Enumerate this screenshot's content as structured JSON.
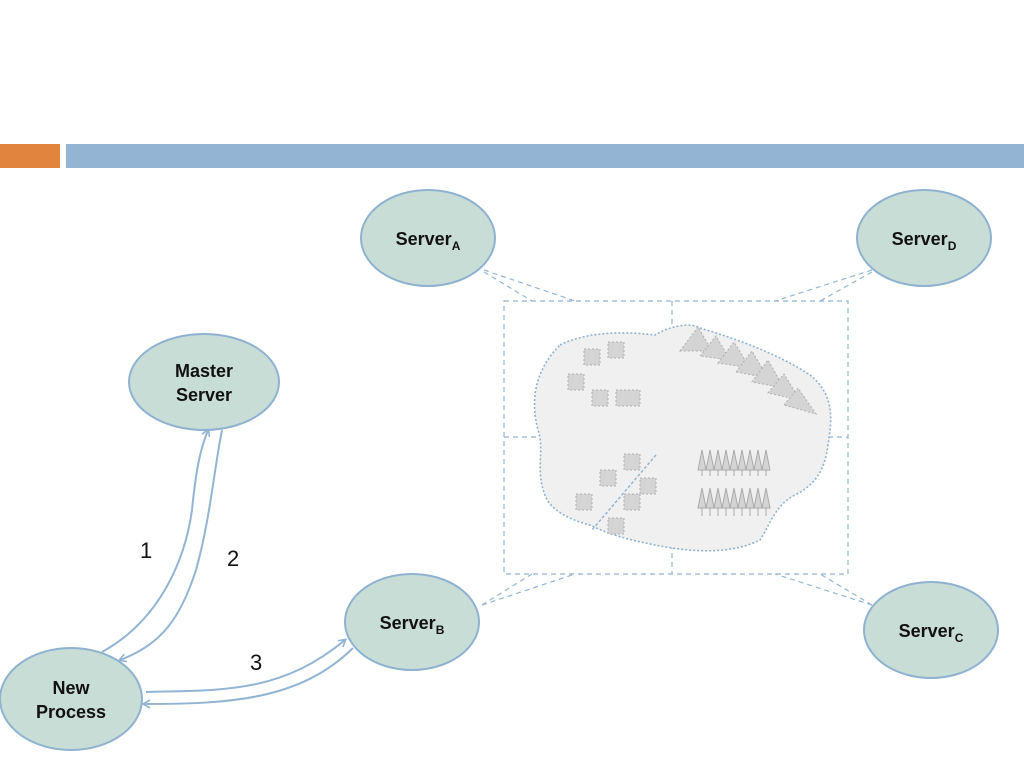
{
  "nodes": {
    "master": {
      "line1": "Master",
      "line2": "Server"
    },
    "new_process": {
      "line1": "New",
      "line2": "Process"
    },
    "server_a": {
      "label": "Server",
      "sub": "A"
    },
    "server_b": {
      "label": "Server",
      "sub": "B"
    },
    "server_c": {
      "label": "Server",
      "sub": "C"
    },
    "server_d": {
      "label": "Server",
      "sub": "D"
    }
  },
  "steps": {
    "one": "1",
    "two": "2",
    "three": "3"
  },
  "colors": {
    "node_fill": "#c9ddd7",
    "node_stroke": "#8fb2d0",
    "arrow": "#93b5d3",
    "map_fill": "#f0f0f0",
    "map_outline": "#8fb2d0",
    "shape_fill": "#d4d4d4",
    "accent_orange": "#e0843e",
    "accent_blue": "#93b5d3"
  }
}
